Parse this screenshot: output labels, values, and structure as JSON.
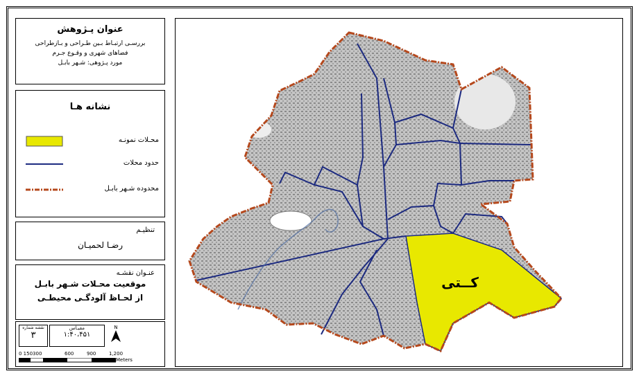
{
  "title_block": {
    "heading": "عنوان پـژوهش",
    "lines": [
      "بررسـی ارتبـاط بـین طـراحی و بـازطراحی",
      "فضاهای شهری و وقـوع جـرم",
      "مورد پـژوهی: شـهر بابـل"
    ]
  },
  "legend": {
    "heading": "نشانه هـا",
    "items": [
      {
        "label": "محـلات نمونـه",
        "symbol": "yellow-fill"
      },
      {
        "label": "حدود محلات",
        "symbol": "blue-line"
      },
      {
        "label": "محدوده شـهر بابـل",
        "symbol": "dash-dot-line"
      }
    ]
  },
  "author": {
    "label": "تنظیـم",
    "name": "رضـا لحمیـان"
  },
  "map_title": {
    "label": "عنـوان نقشـه",
    "lines": [
      "موقعیت محـلات شـهر بابـل",
      "از لحـاظ آلودگـی محیطـی"
    ]
  },
  "info": {
    "sheet_label": "نقشه شماره",
    "sheet_number": "۳",
    "scale_label": "مقیـاس",
    "scale_value": "۱:۴۰،۴۵۱",
    "north": "N",
    "scalebar_ticks": [
      "0 150300",
      "600",
      "900",
      "1,200"
    ],
    "scalebar_unit": "Meters"
  },
  "map": {
    "highlight_label": "کــتی",
    "colors": {
      "highlight": "#e8e800",
      "boundary": "#b5481c",
      "district": "#1c2a80",
      "fabric": "#9a9a9a"
    }
  }
}
